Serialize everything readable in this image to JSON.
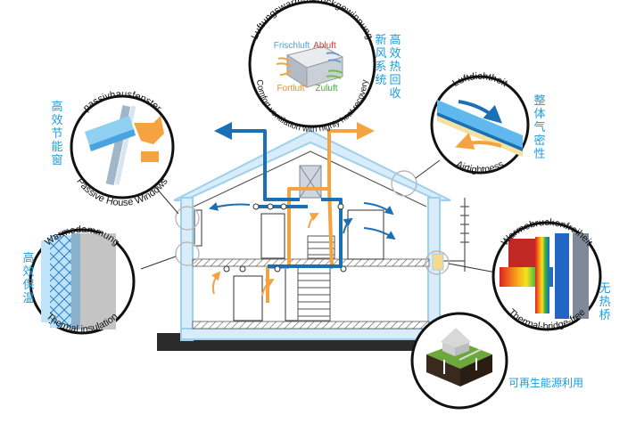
{
  "callouts": {
    "heat_recovery": {
      "title": "Luftungswarmmeruckgewinnung",
      "subtitle": "Comfort ventilation with highly heat recovery",
      "labels": {
        "fresh_air": "Frischluft",
        "exhaust": "Abluft",
        "outgoing": "Fortluft",
        "supply": "Zuluft"
      },
      "cn": "新风系统高效热回收",
      "cn_col1": "新风系统",
      "cn_col2": "高效热回收"
    },
    "windows": {
      "title": "passivhausfenster",
      "subtitle": "Passive House Windows",
      "cn": "高效节能窗"
    },
    "airtight": {
      "title": "Luftdichtheit",
      "subtitle": "Airtightness",
      "cn": "整体气密性"
    },
    "insulation": {
      "title": "Warmedammung",
      "subtitle": "Thermal insulation",
      "cn": "高效保温"
    },
    "bridge": {
      "title": "Warmebruckenfreiheit",
      "subtitle": "Thermal-bridge-free",
      "cn": "无热桥"
    },
    "renewable": {
      "cn": "可再生能源利用"
    }
  },
  "colors": {
    "accent_blue": "#1f9bd7",
    "supply_orange": "#f4a340",
    "extract_blue": "#1b6fb3",
    "frame_light_blue": "#9dd0ee"
  }
}
